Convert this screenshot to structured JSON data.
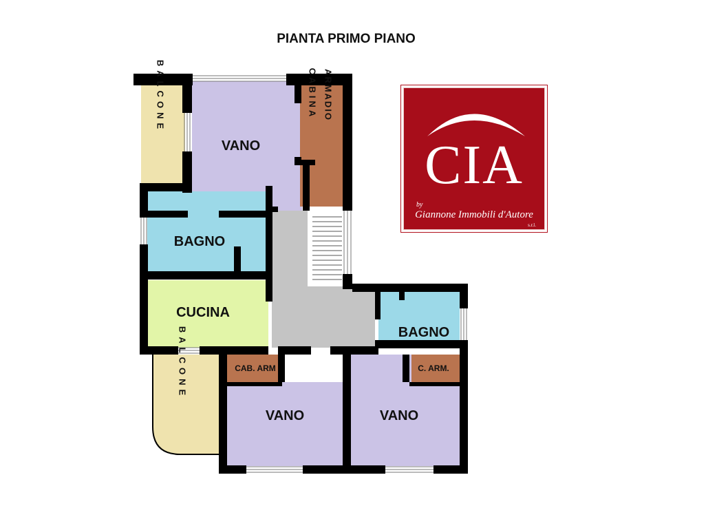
{
  "title": "PIANTA PRIMO PIANO",
  "colors": {
    "wall": "#000000",
    "vano": "#cbc3e6",
    "bagno": "#9cd9e8",
    "cucina": "#e2f5a8",
    "balcone": "#efe3ae",
    "closet": "#b9744f",
    "corridor": "#c4c4c4",
    "logo_red": "#a70d1a"
  },
  "rooms": {
    "vano_top": "VANO",
    "cabina_1": "CABINA",
    "cabina_2": "ARMADIO",
    "balcone_top": "BALCONE",
    "bagno_left": "BAGNO",
    "cucina": "CUCINA",
    "bagno_right": "BAGNO",
    "cab_arm": "CAB. ARM",
    "c_arm": "C. ARM.",
    "vano_bottom_left": "VANO",
    "vano_bottom_right": "VANO",
    "balcone_bottom": "BALCONE"
  },
  "logo": {
    "letters": "CIA",
    "by": "by",
    "name": "Giannone Immobili d'Autore",
    "suffix": "s.r.l."
  }
}
